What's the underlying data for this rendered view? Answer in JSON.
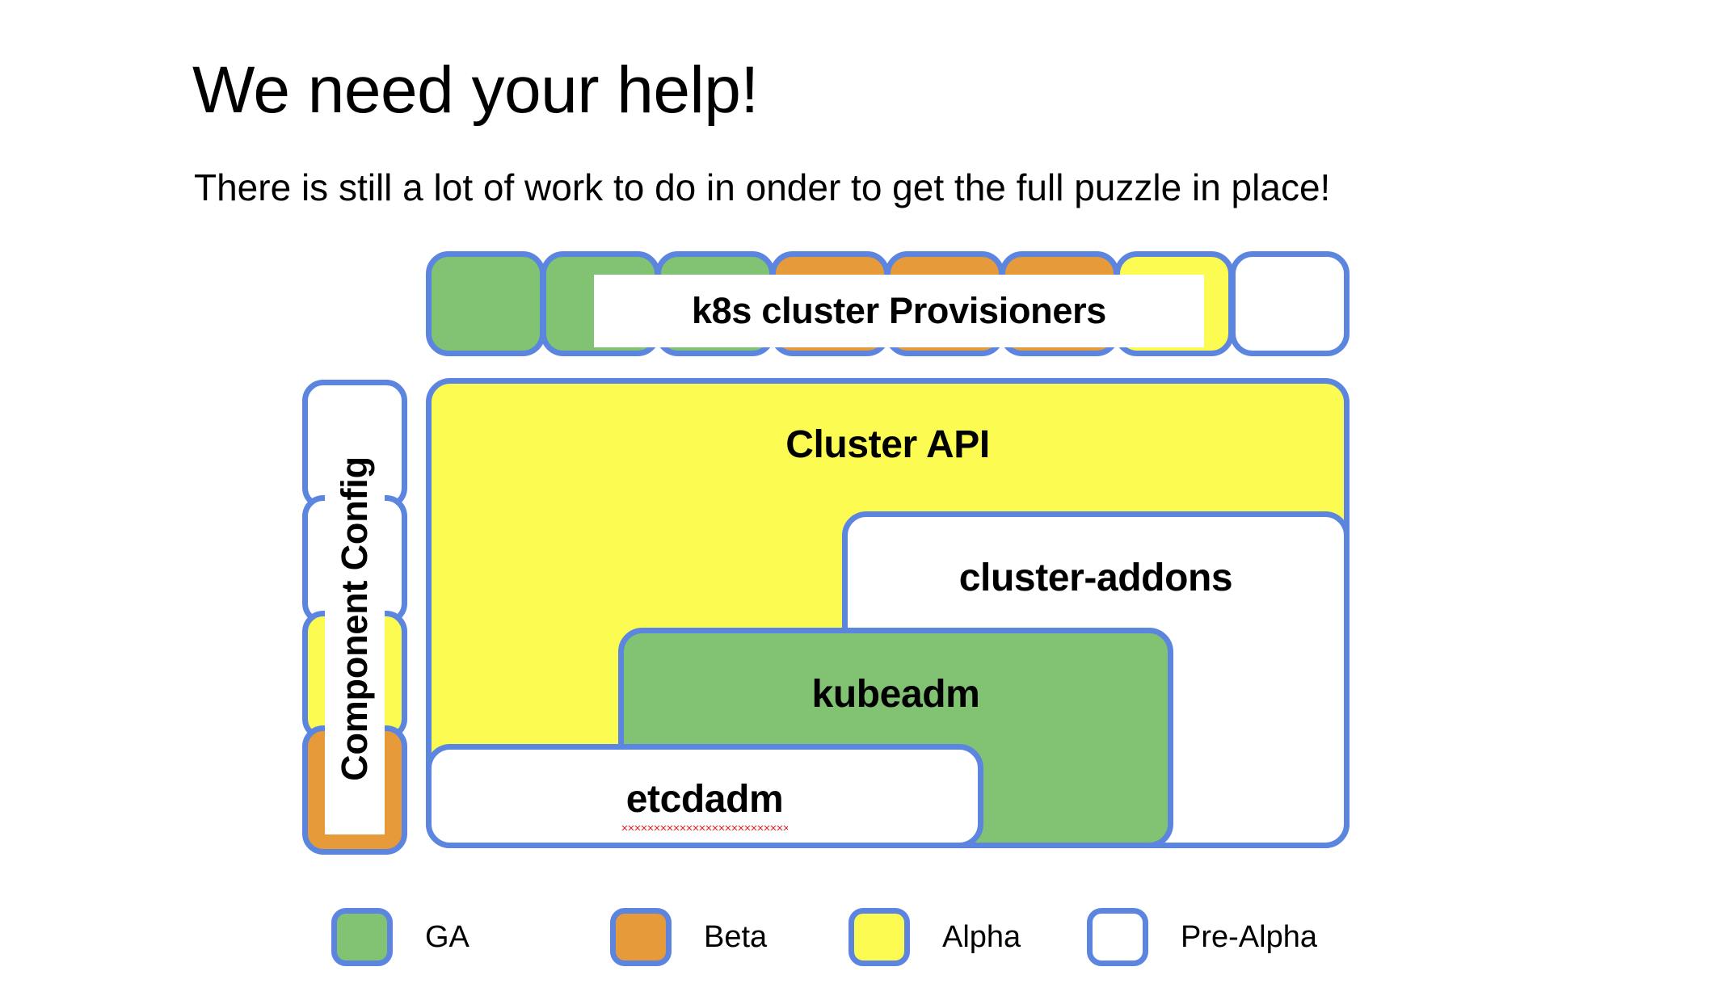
{
  "page": {
    "title": "We need your help!",
    "subtitle": "There is still a lot of work to do in onder to get the full puzzle in place!"
  },
  "provisioners": {
    "label": "k8s cluster Provisioners",
    "tiles": [
      {
        "maturity": "GA",
        "color": "#82c273"
      },
      {
        "maturity": "GA",
        "color": "#82c273"
      },
      {
        "maturity": "GA",
        "color": "#82c273"
      },
      {
        "maturity": "Beta",
        "color": "#e79a39"
      },
      {
        "maturity": "Beta",
        "color": "#e79a39"
      },
      {
        "maturity": "Beta",
        "color": "#e79a39"
      },
      {
        "maturity": "Alpha",
        "color": "#fbfb52"
      },
      {
        "maturity": "Pre-Alpha",
        "color": "#ffffff"
      }
    ]
  },
  "component_config": {
    "label": "Component Config",
    "tiles": [
      {
        "maturity": "Pre-Alpha",
        "color": "#ffffff"
      },
      {
        "maturity": "Pre-Alpha",
        "color": "#ffffff"
      },
      {
        "maturity": "Alpha",
        "color": "#fbfb52"
      },
      {
        "maturity": "Beta",
        "color": "#e79a39"
      }
    ]
  },
  "stack": {
    "cluster_api": {
      "label": "Cluster API",
      "maturity": "Alpha",
      "color": "#fbfb52"
    },
    "cluster_addons": {
      "label": "cluster-addons",
      "maturity": "Pre-Alpha",
      "color": "#ffffff"
    },
    "kubeadm": {
      "label": "kubeadm",
      "maturity": "GA",
      "color": "#82c273"
    },
    "etcdadm": {
      "label": "etcdadm",
      "maturity": "Pre-Alpha",
      "color": "#ffffff",
      "spellcheck_underline": true
    }
  },
  "legend": {
    "items": [
      {
        "label": "GA",
        "color": "#82c273",
        "key": "ga"
      },
      {
        "label": "Beta",
        "color": "#e79a39",
        "key": "beta"
      },
      {
        "label": "Alpha",
        "color": "#fbfb52",
        "key": "alpha"
      },
      {
        "label": "Pre-Alpha",
        "color": "#ffffff",
        "key": "prealpha"
      }
    ]
  },
  "theme": {
    "border_blue": "#5c85e0",
    "ga_green": "#82c273",
    "beta_orange": "#e79a39",
    "alpha_yellow": "#fbfb52",
    "prealpha_white": "#ffffff",
    "background": "#ffffff",
    "text": "#000000",
    "spellcheck_red": "#d92b2b"
  }
}
